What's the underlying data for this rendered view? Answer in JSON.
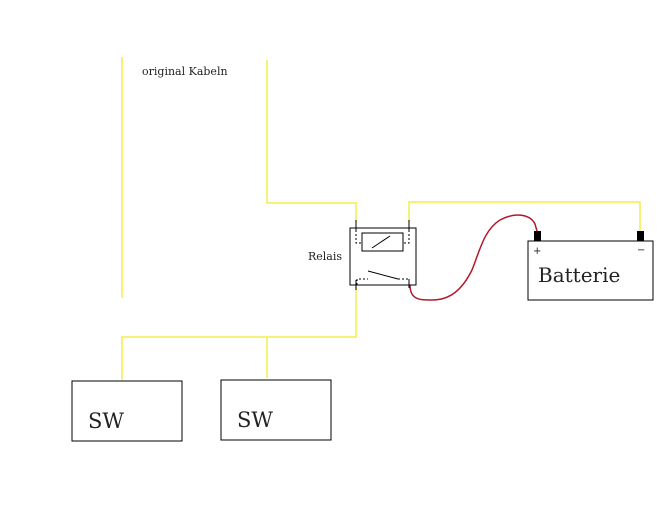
{
  "labels": {
    "original_cables": "original Kabeln",
    "relay": "Relais",
    "battery": "Batterie",
    "switch_1": "SW",
    "switch_2": "SW",
    "battery_plus": "+",
    "battery_minus": "−"
  },
  "colors": {
    "wire_yellow": "#f2ee4a",
    "wire_red": "#b01a2c",
    "outline": "#000000",
    "background": "#ffffff"
  }
}
